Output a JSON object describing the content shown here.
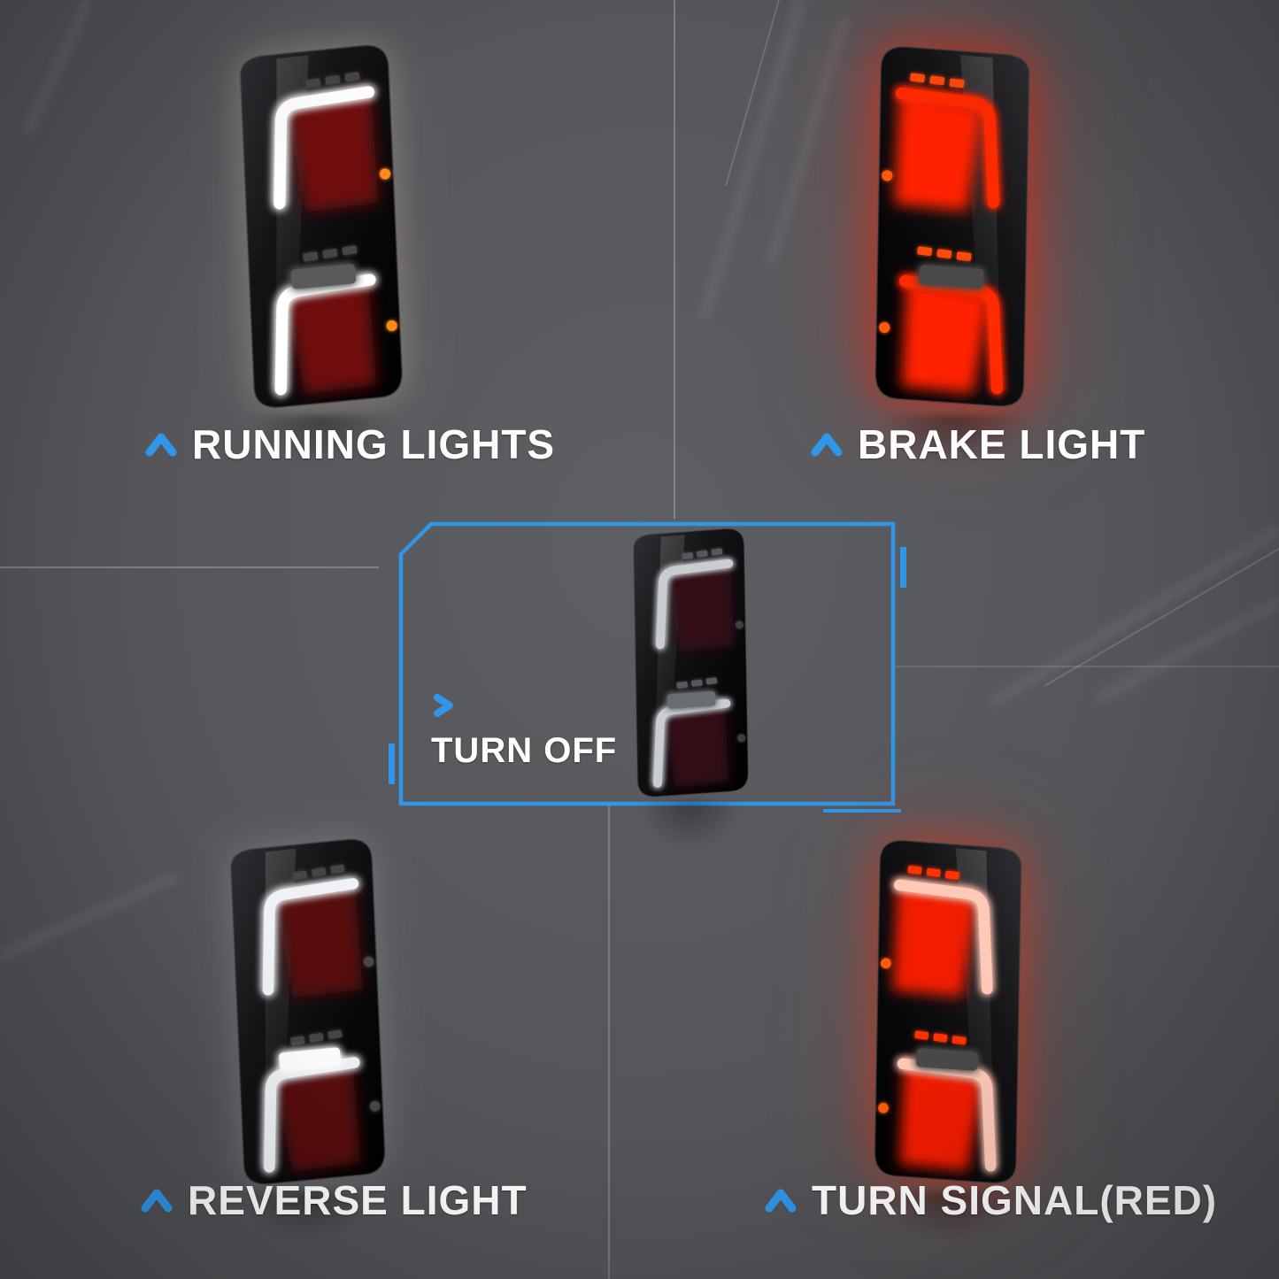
{
  "page": {
    "background_color": "#56575b",
    "accent_color": "#2f96e8",
    "text_color": "#ffffff",
    "description": "Tail light function demo collage"
  },
  "modes": [
    {
      "id": "running",
      "label": "RUNNING LIGHTS"
    },
    {
      "id": "brake",
      "label": "BRAKE LIGHT"
    },
    {
      "id": "off",
      "label": "TURN OFF"
    },
    {
      "id": "reverse",
      "label": "REVERSE LIGHT"
    },
    {
      "id": "turn",
      "label": "TURN SIGNAL(RED)"
    }
  ],
  "mode_colors": {
    "running": {
      "tube": "#ffffff",
      "inner_lens": "#701010",
      "side_marker": "#ff8a1e"
    },
    "brake": {
      "tube": "#ff2a06",
      "inner_lens": "#ff2000",
      "led_dashes": "#ff4a10"
    },
    "off": {
      "tube": "#c9cdd2",
      "inner_lens": "#321114"
    },
    "reverse": {
      "tube": "#eef2f5",
      "reverse_bar": "#ffffff"
    },
    "turn": {
      "led_dashes": "#ff3000",
      "inner_lens": "#f21d00"
    }
  }
}
